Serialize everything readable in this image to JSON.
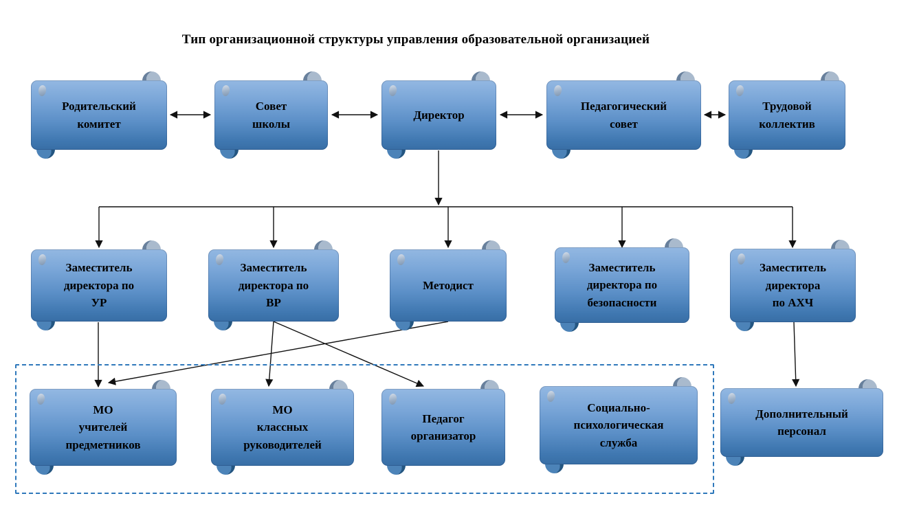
{
  "title": "Тип организационной структуры управления образовательной организацией",
  "colors": {
    "node_fill_top": "#93b8e2",
    "node_fill_bottom": "#386ea5",
    "curl_light": "#a9bacd",
    "curl_dark": "#68809c",
    "connector": "#111111",
    "dashed_border": "#2e78bb",
    "text": "#000000",
    "background": "#ffffff"
  },
  "nodes": {
    "parent_committee": {
      "label": "Родительский\nкомитет"
    },
    "school_council": {
      "label": "Совет\nшколы"
    },
    "director": {
      "label": "Директор"
    },
    "pedagogical_council": {
      "label": "Педагогический\nсовет"
    },
    "labor_collective": {
      "label": "Трудовой\nколлектив"
    },
    "deputy_ur": {
      "label": "Заместитель\nдиректора по\nУР"
    },
    "deputy_vr": {
      "label": "Заместитель\nдиректора по\nВР"
    },
    "methodist": {
      "label": "Методист"
    },
    "deputy_security": {
      "label": "Заместитель\nдиректора по\nбезопасности"
    },
    "deputy_ahch": {
      "label": "Заместитель\nдиректора\nпо АХЧ"
    },
    "mo_subject_teachers": {
      "label": "МО\nучителей\nпредметников"
    },
    "mo_class_teachers": {
      "label": "МО\nклассных\nруководителей"
    },
    "pedagog_organizer": {
      "label": "Педагог\nорганизатор"
    },
    "socio_psych_service": {
      "label": "Социально-\nпсихологическая\nслужба"
    },
    "additional_staff": {
      "label": "Дополнительный\nперсонал"
    }
  },
  "connections": [
    {
      "from": "parent_committee",
      "to": "school_council",
      "type": "double-arrow"
    },
    {
      "from": "school_council",
      "to": "director",
      "type": "double-arrow"
    },
    {
      "from": "director",
      "to": "pedagogical_council",
      "type": "double-arrow"
    },
    {
      "from": "pedagogical_council",
      "to": "labor_collective",
      "type": "double-arrow"
    },
    {
      "from": "director",
      "to": "deputy_ur",
      "type": "arrow"
    },
    {
      "from": "director",
      "to": "deputy_vr",
      "type": "arrow"
    },
    {
      "from": "director",
      "to": "methodist",
      "type": "arrow"
    },
    {
      "from": "director",
      "to": "deputy_security",
      "type": "arrow"
    },
    {
      "from": "director",
      "to": "deputy_ahch",
      "type": "arrow"
    },
    {
      "from": "deputy_ur",
      "to": "mo_subject_teachers",
      "type": "arrow"
    },
    {
      "from": "methodist",
      "to": "mo_subject_teachers",
      "type": "arrow"
    },
    {
      "from": "deputy_vr",
      "to": "mo_class_teachers",
      "type": "arrow"
    },
    {
      "from": "deputy_vr",
      "to": "pedagog_organizer",
      "type": "arrow"
    },
    {
      "from": "deputy_ahch",
      "to": "additional_staff",
      "type": "arrow"
    }
  ],
  "dashed_group_members": [
    "mo_subject_teachers",
    "mo_class_teachers",
    "pedagog_organizer",
    "socio_psych_service"
  ]
}
